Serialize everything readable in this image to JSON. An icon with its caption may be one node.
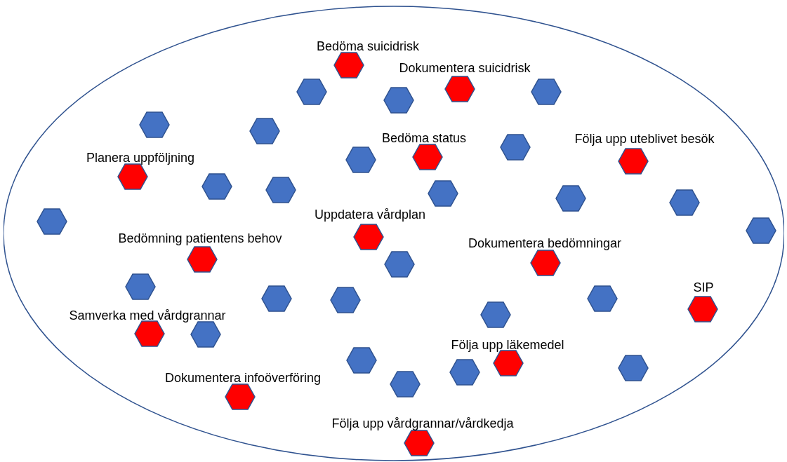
{
  "diagram": {
    "nodes": [
      {
        "text": [],
        "shape": "ellipse"
      },
      {
        "text": [
          "Bedöma suicidrisk"
        ],
        "in": 0
      },
      {
        "text": [
          "Dokumentera suicidrisk"
        ],
        "in": 0
      },
      {
        "text": [],
        "shape": "hexagon",
        "in": 0
      },
      {
        "text": [],
        "shape": "hexagon",
        "in": 0
      },
      {
        "text": [],
        "shape": "hexagon",
        "in": 0
      },
      {
        "text": [],
        "shape": "hexagon",
        "in": 0
      },
      {
        "text": [],
        "shape": "hexagon",
        "in": 0
      },
      {
        "text": [
          "Bedöma status"
        ],
        "in": 0
      },
      {
        "text": [
          "Följa upp uteblivet besök"
        ],
        "in": 0
      },
      {
        "text": [],
        "shape": "hexagon",
        "in": 0
      },
      {
        "text": [
          "Planera uppföljning"
        ],
        "in": 0
      },
      {
        "text": [],
        "shape": "hexagon",
        "in": 0
      },
      {
        "text": [],
        "shape": "hexagon",
        "in": 0
      },
      {
        "text": [],
        "shape": "hexagon",
        "in": 0
      },
      {
        "text": [],
        "shape": "hexagon",
        "in": 0
      },
      {
        "text": [],
        "shape": "hexagon",
        "in": 0
      },
      {
        "text": [],
        "shape": "hexagon",
        "in": 0
      },
      {
        "text": [
          "Uppdatera vårdplan"
        ],
        "in": 0
      },
      {
        "text": [],
        "shape": "hexagon",
        "in": 0
      },
      {
        "text": [],
        "shape": "hexagon",
        "in": 0
      },
      {
        "text": [
          "Bedömning patientens behov"
        ],
        "in": 0
      },
      {
        "text": [
          "Dokumentera bedömningar"
        ],
        "in": 0
      },
      {
        "text": [],
        "shape": "hexagon",
        "in": 0
      },
      {
        "text": [],
        "shape": "hexagon",
        "in": 0
      },
      {
        "text": [
          "SIP"
        ],
        "in": 0
      },
      {
        "text": [],
        "shape": "hexagon",
        "in": 0
      },
      {
        "text": [],
        "shape": "hexagon",
        "in": 0
      },
      {
        "text": [],
        "shape": "hexagon",
        "in": 0
      },
      {
        "text": [],
        "shape": "hexagon",
        "in": 0
      },
      {
        "text": [
          "Samverka med vårdgrannar"
        ],
        "in": 0
      },
      {
        "text": [],
        "shape": "hexagon",
        "in": 0
      },
      {
        "text": [
          "Följa upp läkemedel"
        ],
        "in": 0
      },
      {
        "text": [],
        "shape": "hexagon",
        "in": 0
      },
      {
        "text": [],
        "shape": "hexagon",
        "in": 0
      },
      {
        "text": [],
        "shape": "hexagon",
        "in": 0
      },
      {
        "text": [
          "Dokumentera infoöverföring"
        ],
        "in": 0
      },
      {
        "text": [],
        "shape": "hexagon",
        "in": 0
      },
      {
        "text": [
          "Följa upp vårdgrannar/vårdkedja"
        ],
        "in": 0
      }
    ],
    "edges": []
  }
}
